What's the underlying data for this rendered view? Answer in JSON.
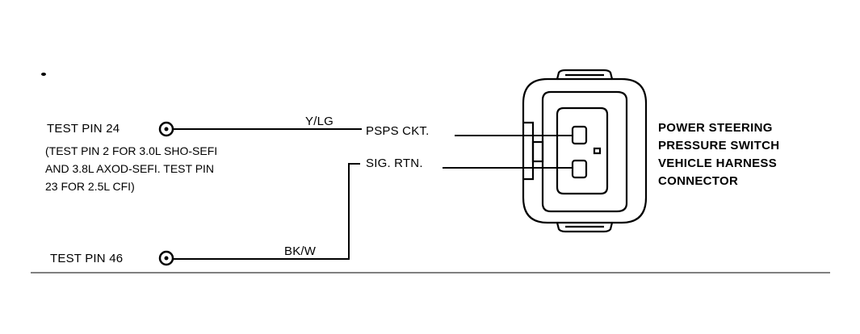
{
  "pins": {
    "pin24": "TEST PIN 24",
    "pin46": "TEST PIN 46"
  },
  "note_lines": [
    "(TEST PIN 2 FOR 3.0L SHO-SEFI",
    "AND 3.8L AXOD-SEFI. TEST PIN",
    "23 FOR 2.5L CFI)"
  ],
  "wires": {
    "upper_color": "Y/LG",
    "lower_color": "BK/W"
  },
  "circuits": {
    "signal": "PSPS CKT.",
    "return": "SIG. RTN."
  },
  "connector_title_lines": [
    "POWER STEERING",
    "PRESSURE SWITCH",
    "VEHICLE HARNESS",
    "CONNECTOR"
  ],
  "colors": {
    "ink": "#000000",
    "background": "#ffffff"
  }
}
